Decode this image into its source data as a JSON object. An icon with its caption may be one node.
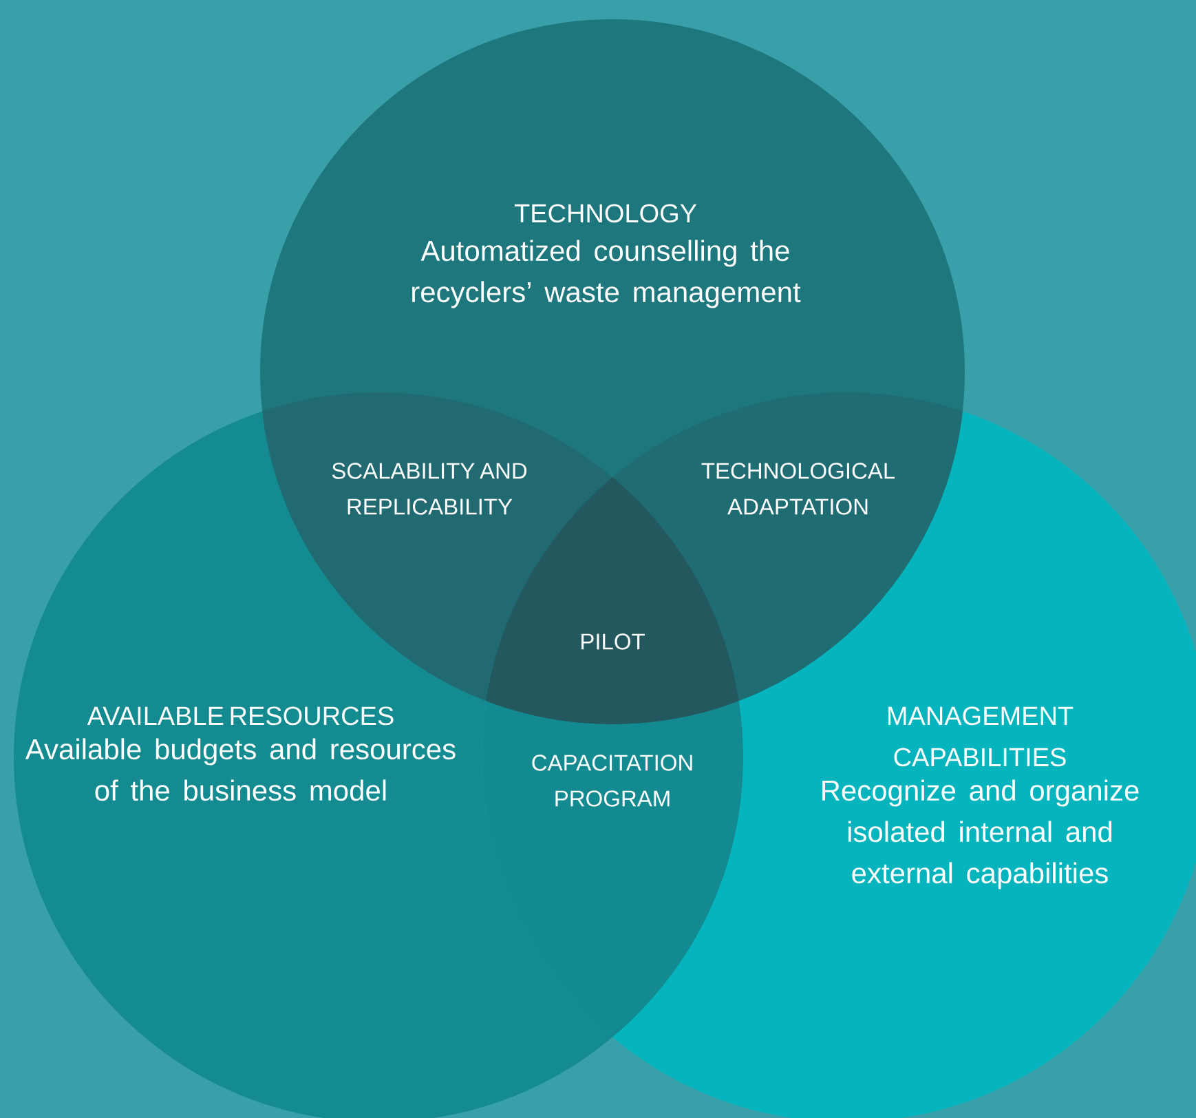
{
  "diagram": {
    "nodes": [
      {
        "text": [
          "TECHNOLOGY",
          "Automatized counselling the recyclers’ waste management"
        ]
      },
      {
        "text": [
          "AVAILABLE RESOURCES",
          "Available budgets and resources of the business model"
        ]
      },
      {
        "text": [
          "MANAGEMENT CAPABILITIES",
          "Recognize and organize isolated internal and external capabilities"
        ]
      }
    ],
    "labels": [
      "SCALABILITY AND REPLICABILITY",
      "TECHNOLOGICAL ADAPTATION",
      "PILOT",
      "CAPACITATION PROGRAM"
    ]
  }
}
